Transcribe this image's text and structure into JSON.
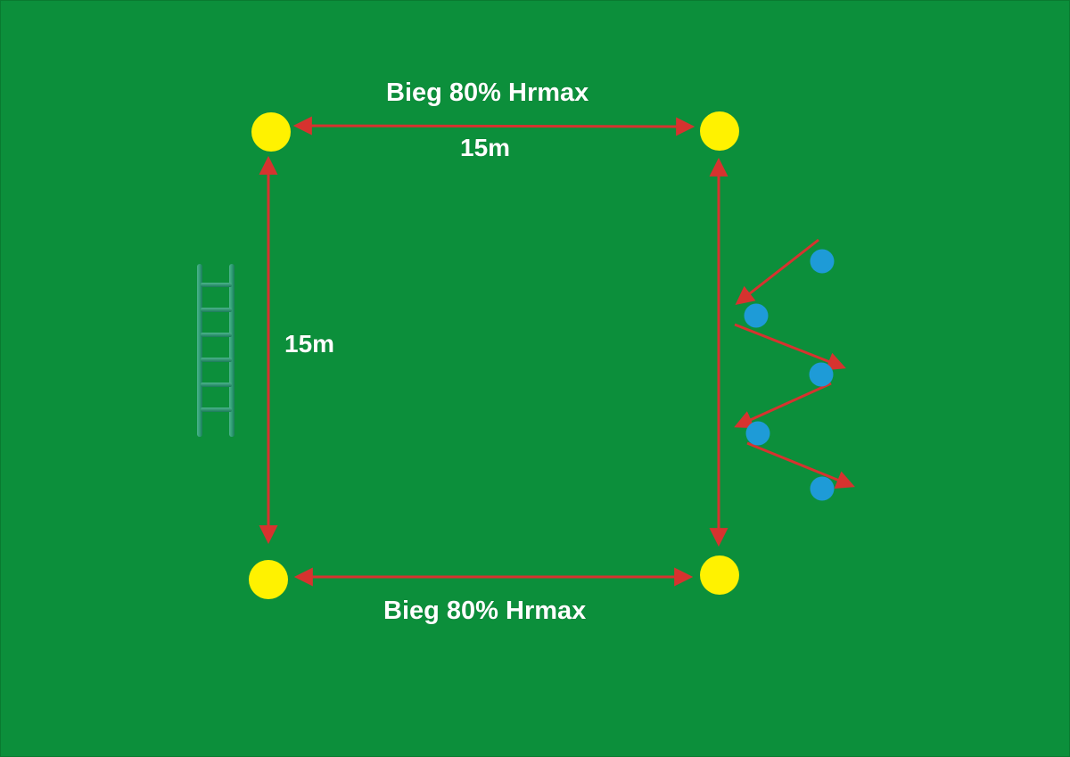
{
  "labels": {
    "top_run": "Bieg 80% Hrmax",
    "top_distance": "15m",
    "left_distance": "15m",
    "bottom_run": "Bieg 80% Hrmax"
  },
  "colors": {
    "field": "#0c8f3b",
    "cone": "#fff200",
    "blue_marker": "#1e9bd7",
    "arrow": "#d6332f",
    "ladder": "#2e9e78",
    "text": "#ffffff"
  },
  "icons": {
    "corner_markers": "yellow-cone-icon",
    "slalom_markers": "blue-cone-icon",
    "ladder": "agility-ladder-icon"
  }
}
